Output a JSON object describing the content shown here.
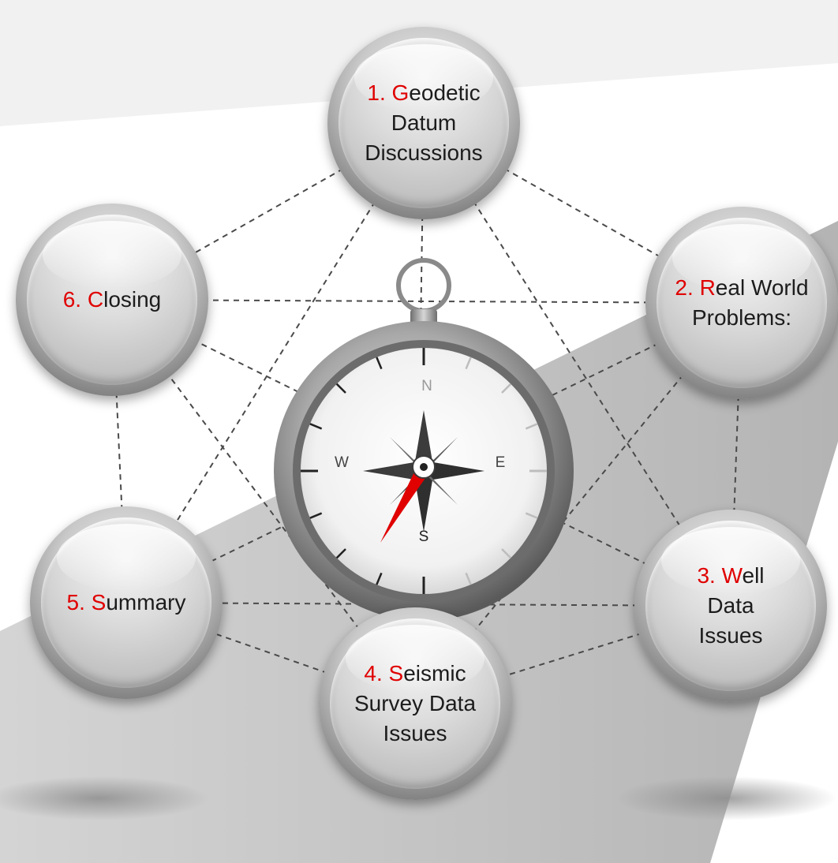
{
  "nodes": [
    {
      "number": "1.",
      "initial": "G",
      "rest": [
        "eodetic",
        "Datum",
        "Discussions"
      ]
    },
    {
      "number": "2.",
      "initial": "R",
      "rest": [
        "eal World",
        "Problems:"
      ]
    },
    {
      "number": "3.",
      "initial": "W",
      "rest": [
        "ell",
        "Data",
        "Issues"
      ]
    },
    {
      "number": "4.",
      "initial": "S",
      "rest": [
        "eismic",
        "Survey Data",
        "Issues"
      ]
    },
    {
      "number": "5.",
      "initial": "S",
      "rest": [
        "ummary"
      ]
    },
    {
      "number": "6.",
      "initial": "C",
      "rest": [
        "losing"
      ]
    }
  ],
  "compass": {
    "n": "N",
    "s": "S",
    "e": "E",
    "w": "W"
  },
  "colors": {
    "accent": "#e00000",
    "needle": "#e00000",
    "background_band": "#bdbdbd"
  }
}
